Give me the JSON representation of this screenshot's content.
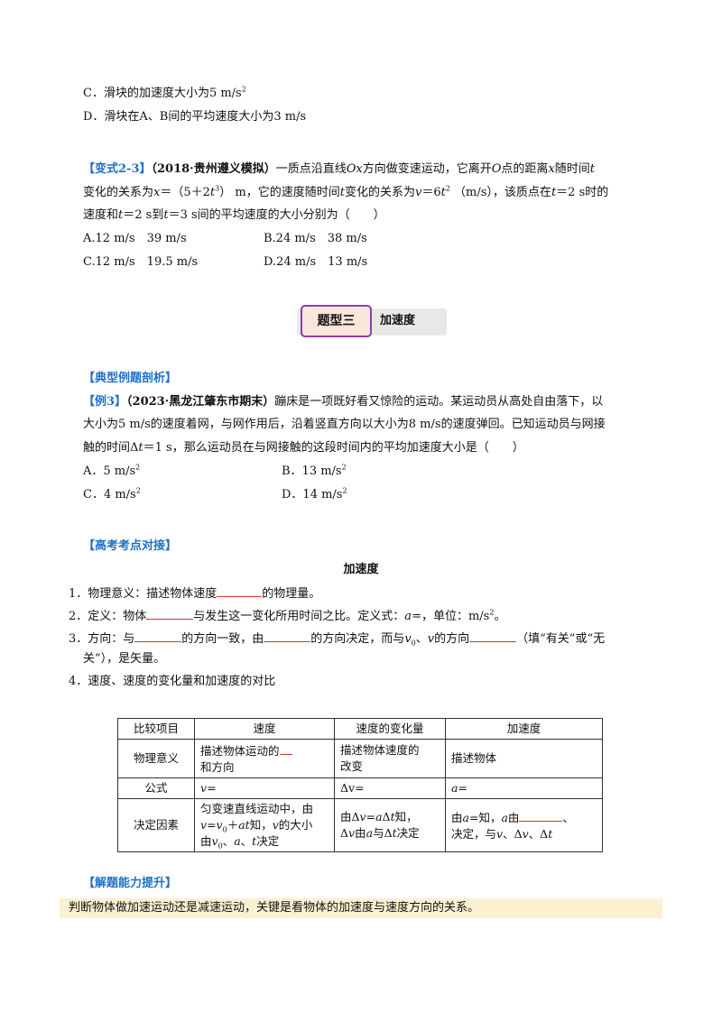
{
  "options_prev": {
    "c": "C．滑块的加速度大小为5 m/s",
    "c_sup": "2",
    "d": "D．滑块在A、B间的平均速度大小为3 m/s"
  },
  "variant": {
    "tag": "【变式2-3】",
    "source": "（2018·贵州遵义模拟）",
    "line1_a": "一质点沿直线",
    "line1_b": "Ox",
    "line1_c": "方向做变速运动，它离开",
    "line1_d": "O",
    "line1_e": "点的距离",
    "line1_f": "x",
    "line1_g": "随时间",
    "line1_h": "t",
    "line2_a": "变化的关系为",
    "line2_b": "x",
    "line2_c": "＝（5＋2",
    "line2_d": "t",
    "line2_e": "3",
    "line2_f": "） m，它的速度随时间",
    "line2_g": "t",
    "line2_h": "变化的关系为",
    "line2_i": "v",
    "line2_j": "＝6",
    "line2_k": "t",
    "line2_l": "2",
    "line2_m": " （m/s），该质点在",
    "line2_n": "t",
    "line2_o": "＝2 s时的",
    "line3_a": "速度和",
    "line3_b": "t",
    "line3_c": "＝2 s到",
    "line3_d": "t",
    "line3_e": "＝3 s间的平均速度的大小分别为（　　）",
    "opt_a": "A.12 m/s　39 m/s",
    "opt_b": "B.24 m/s　38 m/s",
    "opt_c": "C.12 m/s　19.5 m/s",
    "opt_d": "D.24 m/s　13 m/s"
  },
  "banner": {
    "tag": "题型三",
    "title": "加速度"
  },
  "example": {
    "section": "【典型例题剖析】",
    "tag": "【例3】",
    "source": "（2023·黑龙江肇东市期末）",
    "line1": "蹦床是一项既好看又惊险的运动。某运动员从高处自由落下，以",
    "line2": "大小为5 m/s的速度着网，与网作用后，沿着竖直方向以大小为8 m/s的速度弹回。已知运动员与网接",
    "line3_a": "触的时间Δ",
    "line3_b": "t",
    "line3_c": "＝1 s，那么运动员在与网接触的这段时间内的平均加速度大小是（　　）",
    "opt_a": "A．5 m/s",
    "opt_b": "B．13 m/s",
    "opt_c": "C．4 m/s",
    "opt_d": "D．14 m/s",
    "sup": "2"
  },
  "exam": {
    "section": "【高考考点对接】",
    "heading": "加速度",
    "item1_a": "1．物理意义：描述物体速度",
    "item1_b": "的物理量。",
    "item2_a": "2．定义：物体",
    "item2_b": "与发生这一变化所用时间之比。定义式：",
    "item2_c": "a",
    "item2_d": "=，单位：m/s",
    "item2_e": "2",
    "item2_f": "。",
    "item3_a": "3．方向：与",
    "item3_b": "的方向一致，由",
    "item3_c": "的方向决定，而与",
    "item3_d": "v",
    "item3_e": "0",
    "item3_f": "、",
    "item3_g": "v",
    "item3_h": "的方向",
    "item3_i": "（填“有关”或“无",
    "item3_j": "关”），是矢量。",
    "item4": "4．速度、速度的变化量和加速度的对比"
  },
  "table": {
    "headers": [
      "比较项目",
      "速度",
      "速度的变化量",
      "加速度"
    ],
    "row1_label": "物理意义",
    "row1_v_a": "描述物体运动的",
    "row1_v_b": "和方向",
    "row1_dv_a": "描述物体速度的",
    "row1_dv_b": "改变",
    "row1_a": "描述物体",
    "row2_label": "公式",
    "row2_v": "v",
    "row2_dv": "Δv",
    "row2_a": "a",
    "eq": "=",
    "row3_label": "决定因素",
    "row3_v_1": "匀变速直线运动中，由",
    "row3_v_2a": "v",
    "row3_v_2b": "=",
    "row3_v_2c": "v",
    "row3_v_2d": "0",
    "row3_v_2e": "＋",
    "row3_v_2f": "at",
    "row3_v_2g": "知，",
    "row3_v_2h": "v",
    "row3_v_2i": "的大小",
    "row3_v_3a": "由",
    "row3_v_3b": "v",
    "row3_v_3c": "0",
    "row3_v_3d": "、",
    "row3_v_3e": "a",
    "row3_v_3f": "、",
    "row3_v_3g": "t",
    "row3_v_3h": "决定",
    "row3_dv_1a": "由Δ",
    "row3_dv_1b": "v",
    "row3_dv_1c": "=",
    "row3_dv_1d": "a",
    "row3_dv_1e": "Δ",
    "row3_dv_1f": "t",
    "row3_dv_1g": "知，",
    "row3_dv_2a": "Δ",
    "row3_dv_2b": "v",
    "row3_dv_2c": "由",
    "row3_dv_2d": "a",
    "row3_dv_2e": "与Δ",
    "row3_dv_2f": "t",
    "row3_dv_2g": "决定",
    "row3_a_1a": "由",
    "row3_a_1b": "a",
    "row3_a_1c": "=知，",
    "row3_a_1d": "a",
    "row3_a_1e": "由",
    "row3_a_1f": "、",
    "row3_a_2a": "决定，与",
    "row3_a_2b": "v",
    "row3_a_2c": "、Δ",
    "row3_a_2d": "v",
    "row3_a_2e": "、Δ",
    "row3_a_2f": "t"
  },
  "ability": {
    "section": "【解题能力提升】",
    "tip": "判断物体做加速运动还是减速运动，关键是看物体的加速度与速度方向的关系。"
  },
  "colors": {
    "accent_blue": "#1f6fc8",
    "blank_red": "#d9342b",
    "banner_border": "#8a3fa8",
    "tip_bg": "#fbf0d2"
  }
}
